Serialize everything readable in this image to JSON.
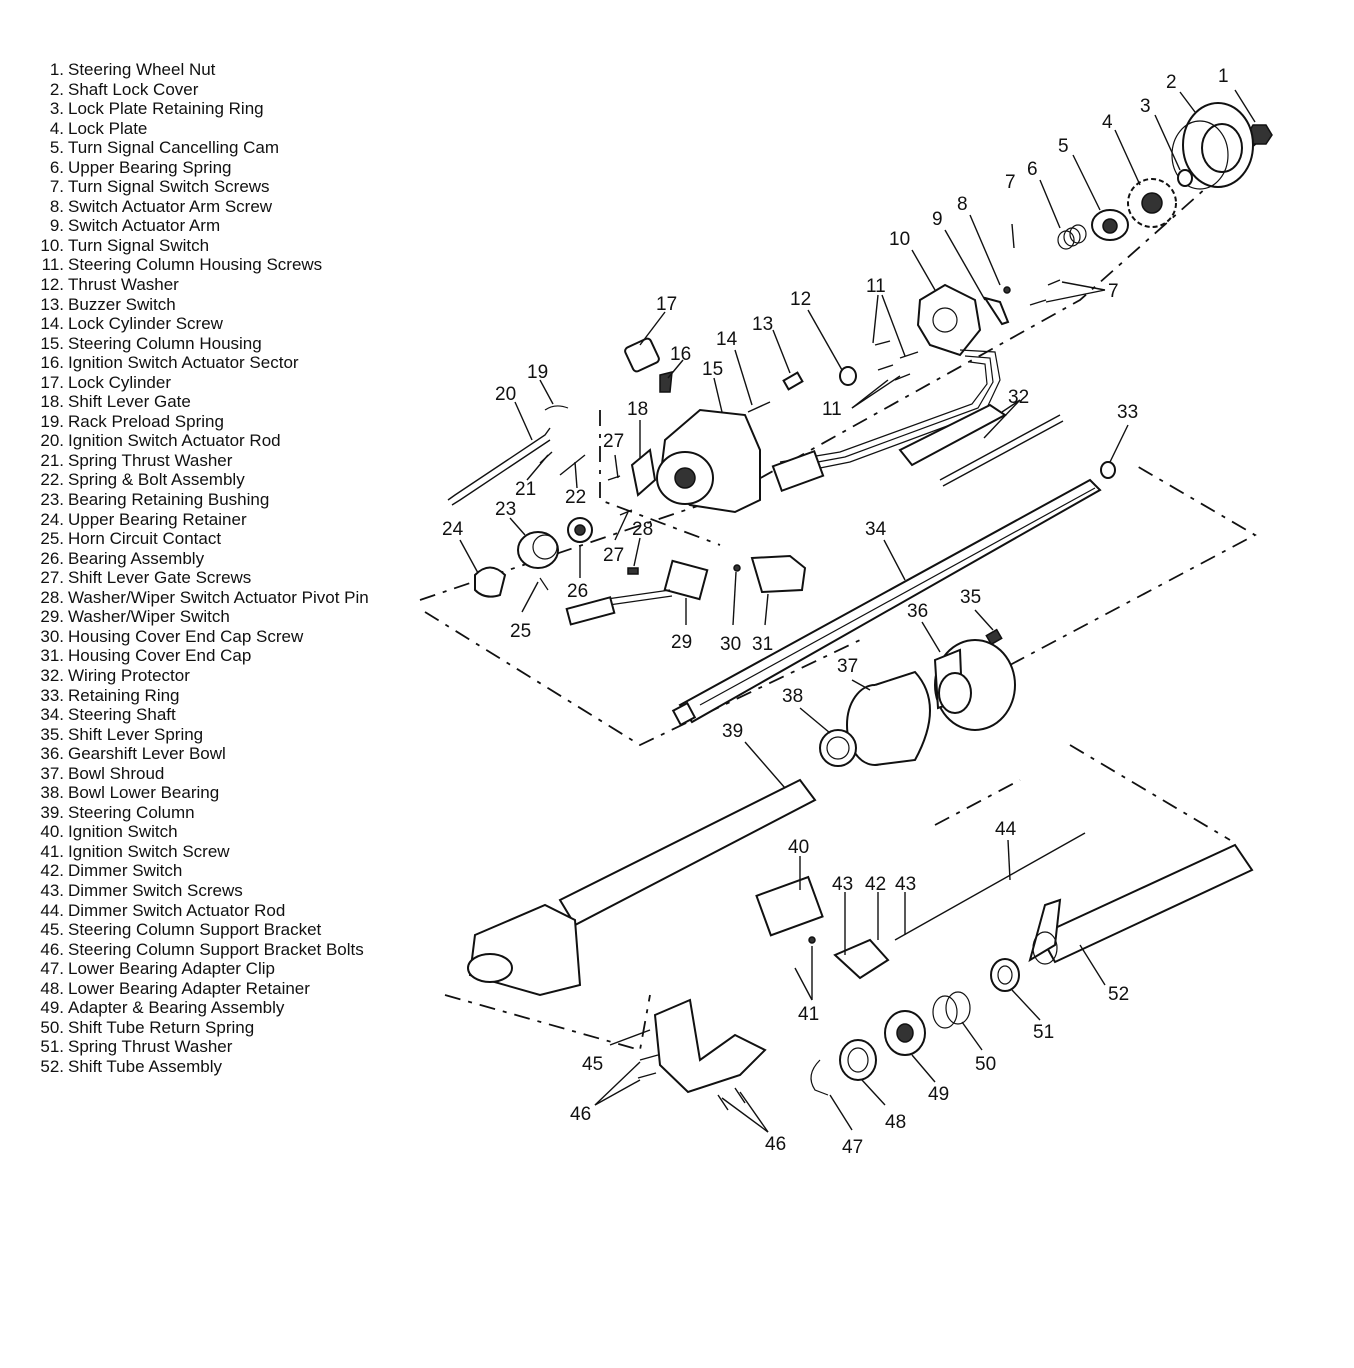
{
  "legend": [
    {
      "num": "1.",
      "label": "Steering Wheel Nut"
    },
    {
      "num": "2.",
      "label": "Shaft Lock Cover"
    },
    {
      "num": "3.",
      "label": "Lock Plate Retaining Ring"
    },
    {
      "num": "4.",
      "label": "Lock Plate"
    },
    {
      "num": "5.",
      "label": "Turn Signal Cancelling Cam"
    },
    {
      "num": "6.",
      "label": "Upper Bearing Spring"
    },
    {
      "num": "7.",
      "label": "Turn Signal Switch Screws"
    },
    {
      "num": "8.",
      "label": "Switch Actuator Arm Screw"
    },
    {
      "num": "9.",
      "label": "Switch Actuator Arm"
    },
    {
      "num": "10.",
      "label": "Turn Signal Switch"
    },
    {
      "num": "11.",
      "label": "Steering Column Housing Screws"
    },
    {
      "num": "12.",
      "label": "Thrust Washer"
    },
    {
      "num": "13.",
      "label": "Buzzer Switch"
    },
    {
      "num": "14.",
      "label": "Lock Cylinder Screw"
    },
    {
      "num": "15.",
      "label": "Steering Column Housing"
    },
    {
      "num": "16.",
      "label": "Ignition Switch Actuator Sector"
    },
    {
      "num": "17.",
      "label": "Lock Cylinder"
    },
    {
      "num": "18.",
      "label": "Shift Lever Gate"
    },
    {
      "num": "19.",
      "label": "Rack Preload Spring"
    },
    {
      "num": "20.",
      "label": "Ignition Switch Actuator Rod"
    },
    {
      "num": "21.",
      "label": "Spring Thrust Washer"
    },
    {
      "num": "22.",
      "label": "Spring & Bolt Assembly"
    },
    {
      "num": "23.",
      "label": "Bearing Retaining Bushing"
    },
    {
      "num": "24.",
      "label": "Upper Bearing Retainer"
    },
    {
      "num": "25.",
      "label": "Horn Circuit Contact"
    },
    {
      "num": "26.",
      "label": "Bearing Assembly"
    },
    {
      "num": "27.",
      "label": "Shift Lever Gate Screws"
    },
    {
      "num": "28.",
      "label": "Washer/Wiper Switch Actuator Pivot Pin"
    },
    {
      "num": "29.",
      "label": "Washer/Wiper Switch"
    },
    {
      "num": "30.",
      "label": "Housing Cover End Cap Screw"
    },
    {
      "num": "31.",
      "label": "Housing Cover End Cap"
    },
    {
      "num": "32.",
      "label": "Wiring Protector"
    },
    {
      "num": "33.",
      "label": "Retaining Ring"
    },
    {
      "num": "34.",
      "label": "Steering Shaft"
    },
    {
      "num": "35.",
      "label": "Shift Lever Spring"
    },
    {
      "num": "36.",
      "label": "Gearshift Lever Bowl"
    },
    {
      "num": "37.",
      "label": "Bowl Shroud"
    },
    {
      "num": "38.",
      "label": "Bowl Lower Bearing"
    },
    {
      "num": "39.",
      "label": "Steering Column"
    },
    {
      "num": "40.",
      "label": "Ignition Switch"
    },
    {
      "num": "41.",
      "label": "Ignition Switch Screw"
    },
    {
      "num": "42.",
      "label": "Dimmer Switch"
    },
    {
      "num": "43.",
      "label": "Dimmer Switch Screws"
    },
    {
      "num": "44.",
      "label": "Dimmer Switch Actuator Rod"
    },
    {
      "num": "45.",
      "label": "Steering Column Support Bracket"
    },
    {
      "num": "46.",
      "label": "Steering Column Support Bracket Bolts"
    },
    {
      "num": "47.",
      "label": "Lower Bearing Adapter Clip"
    },
    {
      "num": "48.",
      "label": "Lower Bearing Adapter Retainer"
    },
    {
      "num": "49.",
      "label": "Adapter & Bearing Assembly"
    },
    {
      "num": "50.",
      "label": "Shift Tube Return Spring"
    },
    {
      "num": "51.",
      "label": "Spring Thrust Washer"
    },
    {
      "num": "52.",
      "label": "Shift Tube Assembly"
    }
  ],
  "callouts": [
    "1",
    "2",
    "3",
    "4",
    "5",
    "6",
    "7",
    "8",
    "9",
    "10",
    "11",
    "12",
    "13",
    "14",
    "15",
    "16",
    "17",
    "18",
    "19",
    "20",
    "21",
    "22",
    "23",
    "24",
    "25",
    "26",
    "27",
    "28",
    "29",
    "30",
    "31",
    "32",
    "33",
    "34",
    "35",
    "36",
    "37",
    "38",
    "39",
    "40",
    "41",
    "42",
    "43",
    "44",
    "45",
    "46",
    "47",
    "48",
    "49",
    "50",
    "51",
    "52"
  ]
}
